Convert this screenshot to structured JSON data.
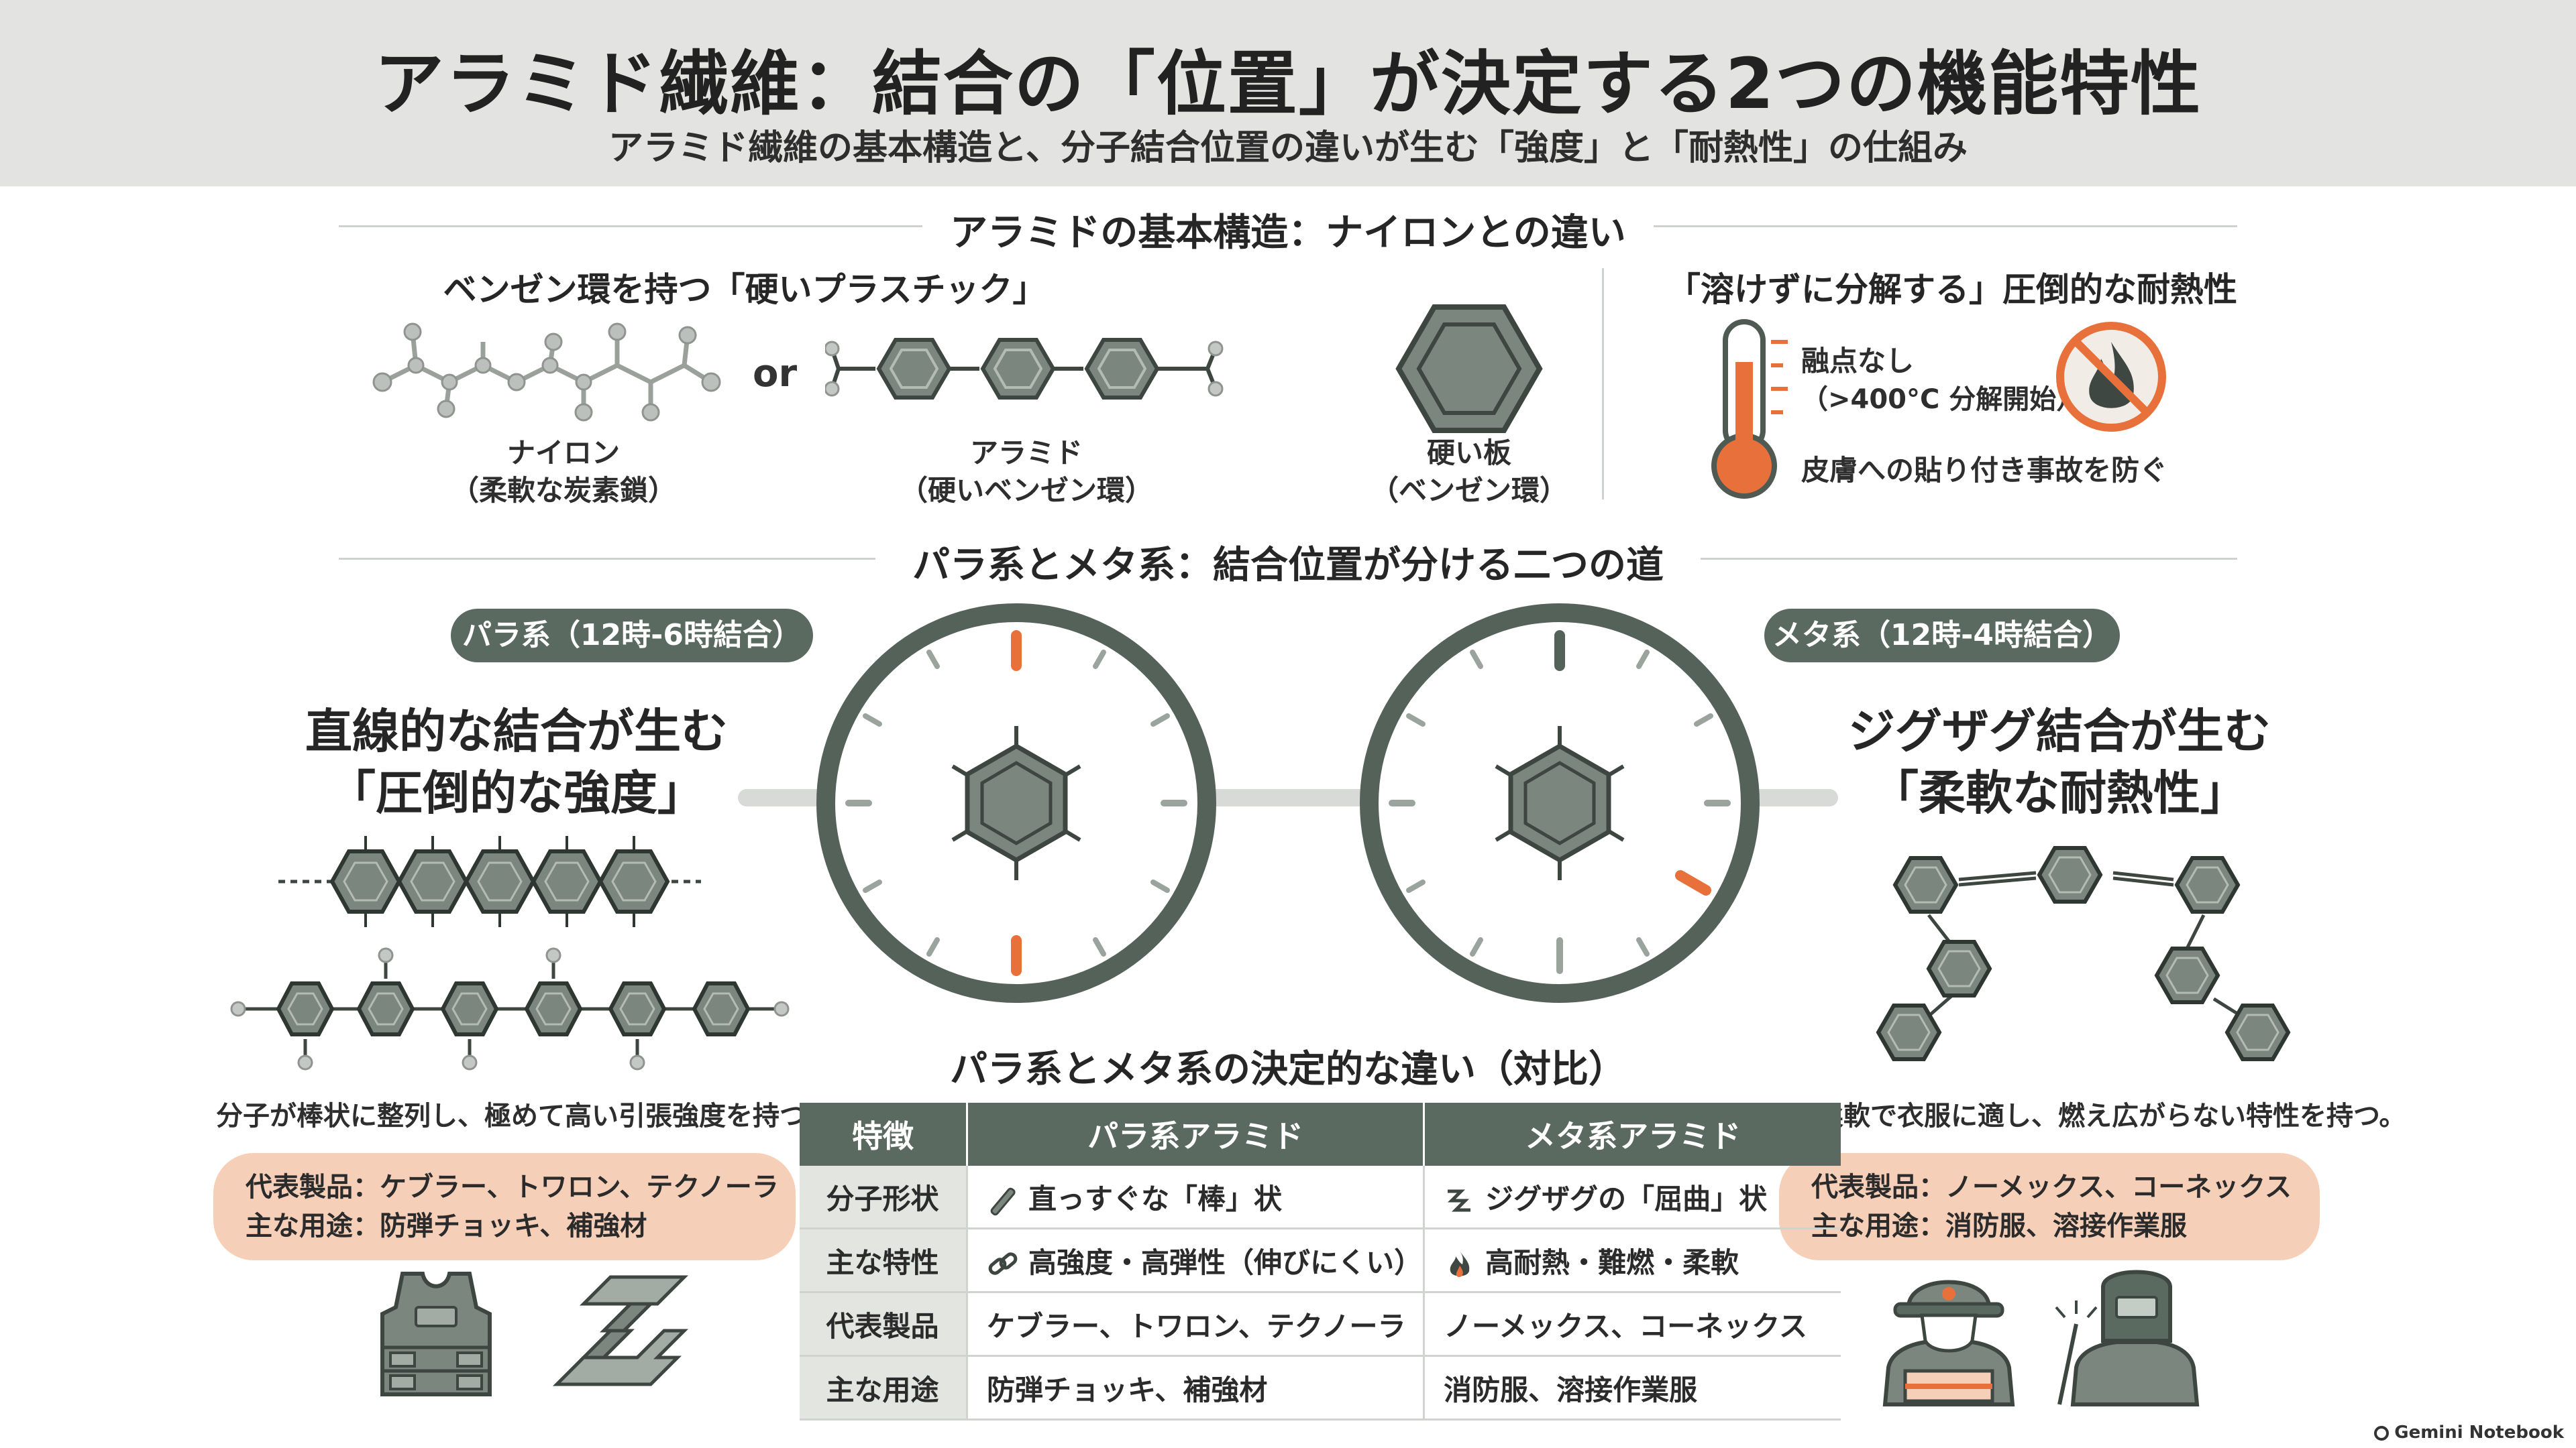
{
  "header": {
    "title": "アラミド繊維：結合の「位置」が決定する2つの機能特性",
    "subtitle": "アラミド繊維の基本構造と、分子結合位置の違いが生む「強度」と「耐熱性」の仕組み"
  },
  "section1": {
    "title": "アラミドの基本構造：ナイロンとの違い",
    "left_heading": "ベンゼン環を持つ「硬いプラスチック」",
    "or_label": "or",
    "nylon_label": "ナイロン",
    "nylon_sub": "（柔軟な炭素鎖）",
    "aramid_label": "アラミド",
    "aramid_sub": "（硬いベンゼン環）",
    "plate_label": "硬い板",
    "plate_sub": "（ベンゼン環）",
    "right_heading": "「溶けずに分解する」圧倒的な耐熱性",
    "melt_line1": "融点なし",
    "melt_line2": "（>400°C 分解開始）",
    "prevent": "皮膚への貼り付き事故を防ぐ",
    "icons": [
      "thermometer-icon",
      "no-fire-icon"
    ]
  },
  "section2": {
    "title": "パラ系とメタ系：結合位置が分ける二つの道",
    "para_pill": "パラ系（12時-6時結合）",
    "meta_pill": "メタ系（12時-4時結合）",
    "para_heading1": "直線的な結合が生む",
    "para_heading2": "「圧倒的な強度」",
    "meta_heading1": "ジグザグ結合が生む",
    "meta_heading2": "「柔軟な耐熱性」",
    "para_desc": "分子が棒状に整列し、極めて高い引張強度を持つ。",
    "meta_desc": "柔軟で衣服に適し、燃え広がらない特性を持つ。",
    "para_product": "代表製品：ケブラー、トワロン、テクノーラ",
    "para_use": "主な用途：防弾チョッキ、補強材",
    "meta_product": "代表製品：ノーメックス、コーネックス",
    "meta_use": "主な用途：消防服、溶接作業服",
    "para_icons": [
      "vest-icon",
      "steel-beam-icon"
    ],
    "meta_icons": [
      "firefighter-icon",
      "welder-icon"
    ]
  },
  "comparison": {
    "title": "パラ系とメタ系の決定的な違い（対比）",
    "headers": [
      "特徴",
      "パラ系アラミド",
      "メタ系アラミド"
    ],
    "rows": [
      {
        "feature": "分子形状",
        "para": "直っすぐな「棒」状",
        "meta": "ジグザグの「屈曲」状",
        "para_icon": "rod-icon",
        "meta_icon": "zigzag-icon"
      },
      {
        "feature": "主な特性",
        "para": "高強度・高弾性（伸びにくい）",
        "meta": "高耐熱・難燃・柔軟",
        "para_icon": "chain-link-icon",
        "meta_icon": "flame-icon"
      },
      {
        "feature": "代表製品",
        "para": "ケブラー、トワロン、テクノーラ",
        "meta": "ノーメックス、コーネックス"
      },
      {
        "feature": "主な用途",
        "para": "防弾チョッキ、補強材",
        "meta": "消防服、溶接作業服"
      }
    ]
  },
  "footer": {
    "brand": "Gemini Notebook"
  },
  "colors": {
    "accent": "#e8703a",
    "dark_green": "#5b6a60",
    "ring_fill": "#8c978f",
    "peach": "#f6cfb8"
  }
}
